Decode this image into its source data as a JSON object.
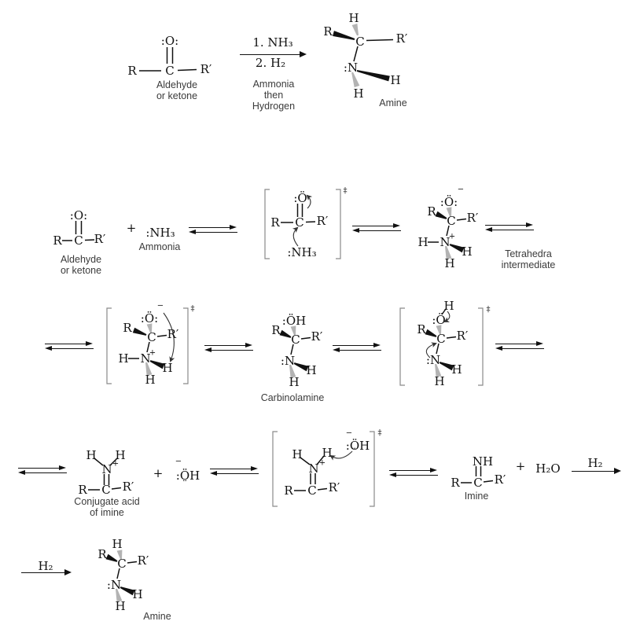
{
  "colors": {
    "ink": "#111111",
    "caption": "#3b3b3b",
    "bracket": "#8a8a8a",
    "hash_wedge": "#b3b3b3"
  },
  "tokens": {
    "R": "R",
    "Rp": "R′",
    "C": "C",
    "N": "N",
    "H": "H",
    "NH": "NH",
    "Ncolon": ":N",
    "O_carbonyl": ":O:",
    "O_uml": ":Ö:",
    "O_uml_single": ":Ö",
    "OH": ":ÖH",
    "NH3": ":NH₃",
    "H2": "H₂",
    "H2O": "H₂O",
    "plus": "+",
    "plus_charge": "+",
    "minus_charge": "−",
    "double_dagger": "‡",
    "lone_pair_dots": "¨",
    "step1": "1. NH₃",
    "step2": "2. H₂"
  },
  "captions": {
    "aldehyde_l1": "Aldehyde",
    "aldehyde_l2": "or ketone",
    "ammonia": "Ammonia",
    "reagent_l1": "Ammonia",
    "reagent_l2": "then",
    "reagent_l3": "Hydrogen",
    "tetrahedral_l1": "Tetrahedra",
    "tetrahedral_l2": "intermediate",
    "carbinolamine": "Carbinolamine",
    "conjugate_l1": "Conjugate acid",
    "conjugate_l2": "of imine",
    "imine": "Imine",
    "amine": "Amine"
  }
}
